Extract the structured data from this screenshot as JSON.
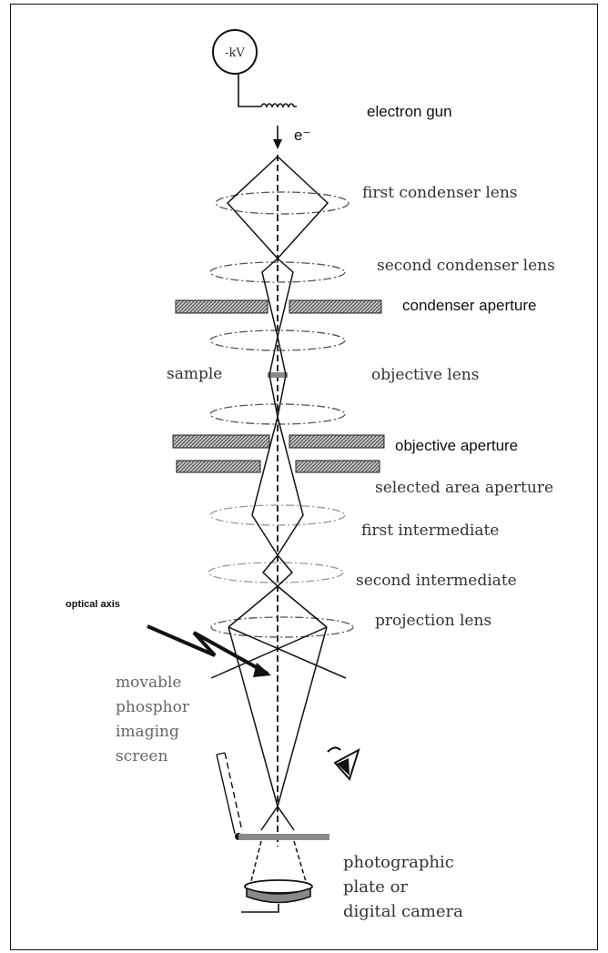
{
  "labels": {
    "kv": "-kV",
    "electron_gun": "electron gun",
    "electron": "e⁻",
    "first_condenser_lens": "first condenser lens",
    "second_condenser_lens": "second condenser lens",
    "condenser_aperture": "condenser aperture",
    "sample": "sample",
    "objective_lens": "objective lens",
    "objective_aperture": "objective aperture",
    "selected_area_aperture": "selected area aperture",
    "first_intermediate": "first intermediate",
    "second_intermediate": "second intermediate",
    "optical_axis": "optical axis",
    "projection_lens": "projection lens",
    "movable_screen": [
      "movable",
      "phosphor",
      "imaging",
      "screen"
    ],
    "camera": [
      "photographic",
      "plate or",
      "digital camera"
    ]
  },
  "colors": {
    "line": "#111111",
    "label_text": "#333333",
    "screen_label": "#666666",
    "aperture_fill": "#9a9a9a",
    "screen_gray": "#8a8a8a"
  }
}
